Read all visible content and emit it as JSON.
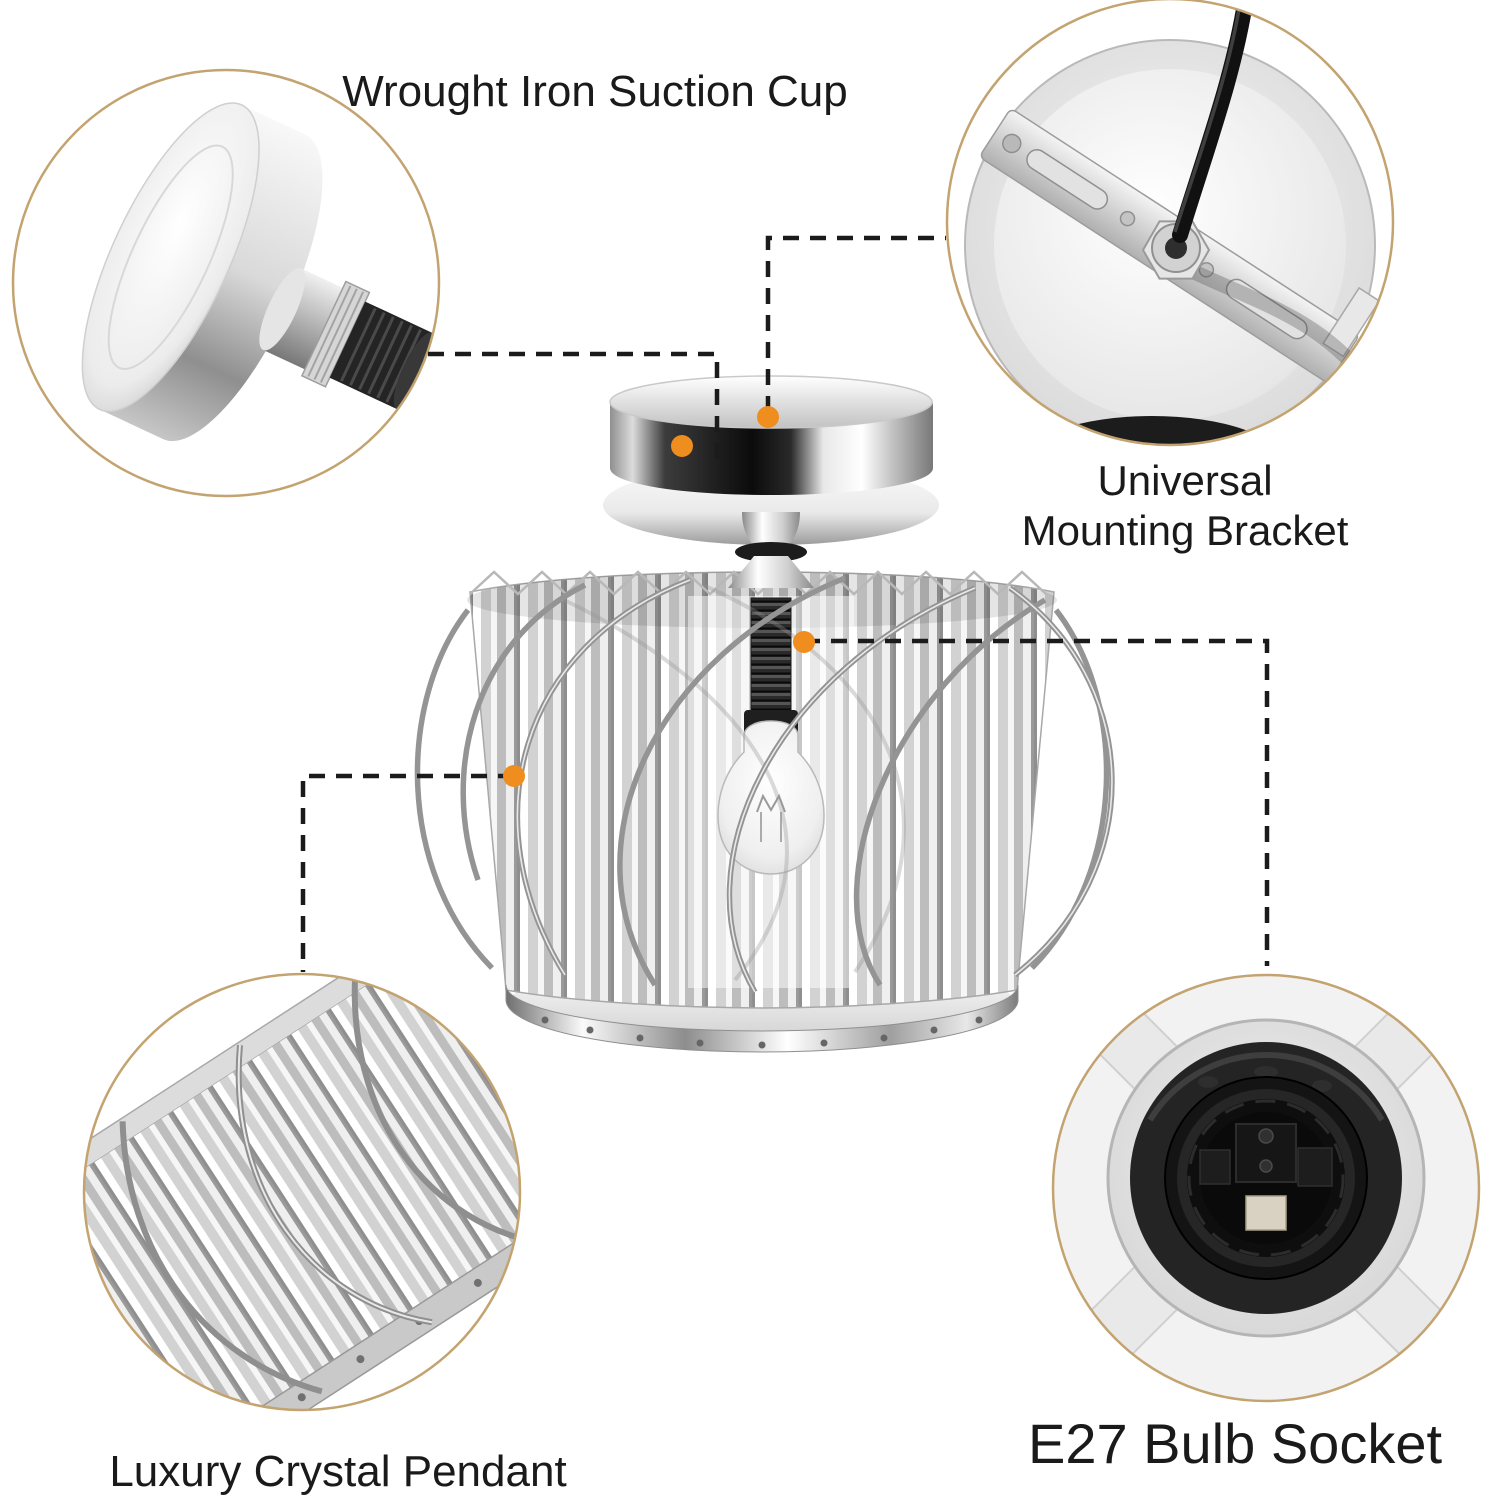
{
  "callouts": {
    "suction_cup": {
      "label": "Wrought Iron Suction Cup"
    },
    "mounting_bracket": {
      "line1": "Universal",
      "line2": "Mounting Bracket"
    },
    "crystal_pendant": {
      "label": "Luxury Crystal Pendant"
    },
    "bulb_socket": {
      "label": "E27 Bulb Socket"
    }
  },
  "colors": {
    "background": "#ffffff",
    "callout_circle_border": "#c3a36f",
    "connector_line": "#1b1b1b",
    "marker_dot": "#ef8d1f",
    "label_text": "#1a1a1a",
    "chrome_dark": "#0b0b0b",
    "chrome_light": "#f6f6f6"
  }
}
